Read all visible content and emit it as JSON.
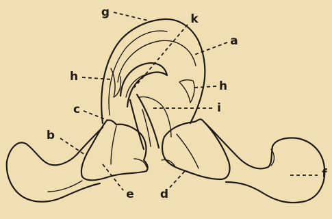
{
  "labels": {
    "a": "a",
    "b": "b",
    "c": "c",
    "d": "d",
    "e": "e",
    "f": "f",
    "g": "g",
    "h_left": "h",
    "h_right": "h",
    "i": "i",
    "k": "k"
  },
  "colors": {
    "background": "#f1dfb4",
    "ink": "#1f1a14"
  }
}
